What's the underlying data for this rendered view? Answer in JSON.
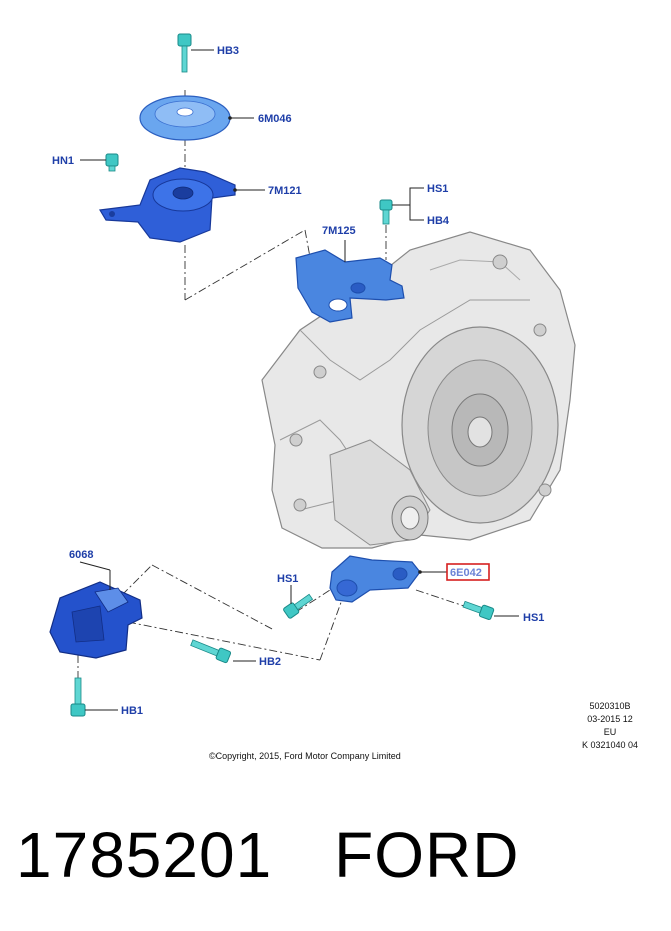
{
  "callouts": {
    "hb3": "HB3",
    "m6046": "6M046",
    "hn1": "HN1",
    "m7121": "7M121",
    "hs1_top": "HS1",
    "hb4": "HB4",
    "m7125": "7M125",
    "c6068": "6068",
    "e6042": "6E042",
    "hs1_left": "HS1",
    "hs1_right": "HS1",
    "hb2": "HB2",
    "hb1": "HB1"
  },
  "meta": {
    "lines": [
      "5020310B",
      "03-2015 12",
      "EU",
      "K 0321040 04"
    ],
    "copyright": "©Copyright, 2015, Ford Motor Company Limited"
  },
  "footer": {
    "part_number": "1785201",
    "brand": "FORD"
  },
  "colors": {
    "callout_text": "#1e3ea8",
    "mount_blue": "#2f5fd8",
    "bracket_blue": "#4a86e0",
    "bolt_teal": "#3fc7c4",
    "highlight_box": "#d62020"
  }
}
